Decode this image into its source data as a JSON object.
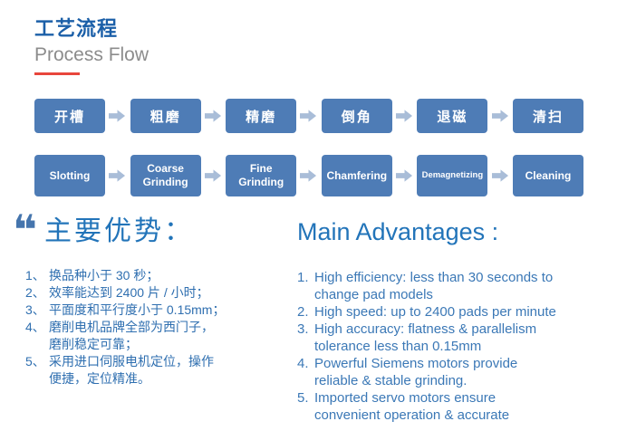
{
  "header": {
    "title_zh": "工艺流程",
    "title_en": "Process Flow"
  },
  "flow": {
    "steps_zh": [
      "开槽",
      "粗磨",
      "精磨",
      "倒角",
      "退磁",
      "清扫"
    ],
    "steps_en": [
      "Slotting",
      "Coarse Grinding",
      "Fine Grinding",
      "Chamfering",
      "Demagnetizing",
      "Cleaning"
    ]
  },
  "advantages": {
    "quote_icon": "❝",
    "zh": {
      "heading": "主要优势：",
      "items": [
        {
          "num": "1、",
          "line1": "换品种小于 30 秒；",
          "line2": ""
        },
        {
          "num": "2、",
          "line1": "效率能达到 2400 片 / 小时；",
          "line2": ""
        },
        {
          "num": "3、",
          "line1": "平面度和平行度小于 0.15mm；",
          "line2": ""
        },
        {
          "num": "4、",
          "line1": "磨削电机品牌全部为西门子，",
          "line2": "磨削稳定可靠；"
        },
        {
          "num": "5、",
          "line1": "采用进口伺服电机定位，操作",
          "line2": "便捷，定位精准。"
        }
      ]
    },
    "en": {
      "heading": "Main Advantages :",
      "items": [
        {
          "num": "1.",
          "line1": "High efficiency: less than 30 seconds to",
          "line2": "change pad models"
        },
        {
          "num": "2.",
          "line1": "High speed: up to 2400 pads per minute",
          "line2": ""
        },
        {
          "num": "3.",
          "line1": "High accuracy: flatness & parallelism",
          "line2": "tolerance less than 0.15mm"
        },
        {
          "num": "4.",
          "line1": "Powerful Siemens motors provide",
          "line2": "reliable & stable grinding."
        },
        {
          "num": "5.",
          "line1": "Imported servo motors ensure",
          "line2": "convenient operation & accurate"
        }
      ]
    }
  },
  "colors": {
    "box_blue": "#4e7cb6",
    "arrow_blue": "#a9bdd8",
    "title_blue": "#1b5fa8",
    "subtitle_gray": "#8c8c8c",
    "underline_red": "#e8463c",
    "heading_blue": "#2274b9",
    "list_zh_blue": "#2f6fb0",
    "list_en_blue": "#3b78b6"
  }
}
